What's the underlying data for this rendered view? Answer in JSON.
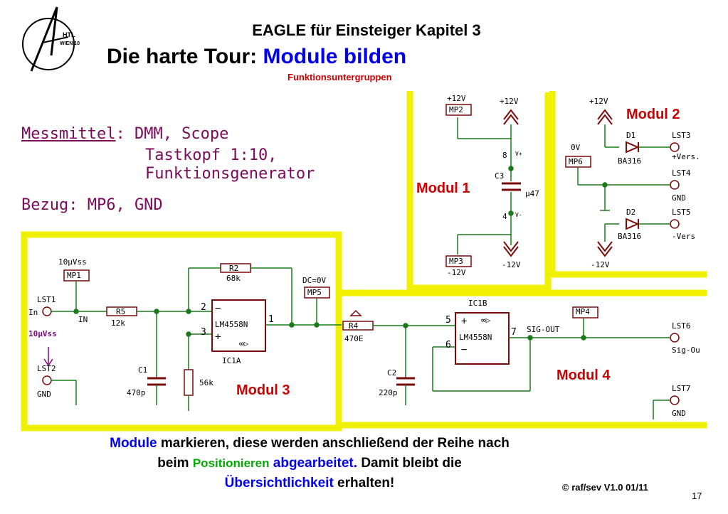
{
  "header": {
    "title": "EAGLE für Einsteiger Kapitel 3",
    "subtitle_black": "Die harte Tour:",
    "subtitle_blue": "Module bilden",
    "subtitle_note": "Funktionsuntergruppen"
  },
  "logo": {
    "text_top": "HTL",
    "text_bottom": "WIEN 10"
  },
  "notes": {
    "messmittel_label": "Messmittel",
    "messmittel_colon": ":",
    "messmittel_line1": "DMM, Scope",
    "messmittel_line2": "Tastkopf 1:10,",
    "messmittel_line3": "Funktionsgenerator",
    "bezug": "Bezug: MP6, GND"
  },
  "modules": {
    "m1": "Modul 1",
    "m2": "Modul 2",
    "m3": "Modul 3",
    "m4": "Modul 4"
  },
  "schematic": {
    "mp2": "MP2",
    "mp2_v": "+12V",
    "vcc1": "+12V",
    "c3": "C3",
    "c3_val": "µ47",
    "pin8": "8",
    "pin4": "4",
    "vplus": "V+",
    "vminus": "V-",
    "mp3": "MP3",
    "mp3_v": "-12V",
    "vee1": "-12V",
    "mod2_vcc": "+12V",
    "d1": "D1",
    "d1_val": "BA316",
    "lst3": "LST3",
    "lst3_name": "+Vers.",
    "mp6": "MP6",
    "mp6_v": "0V",
    "lst4": "LST4",
    "lst4_name": "GND",
    "d2": "D2",
    "d2_val": "BA316",
    "lst5": "LST5",
    "lst5_name": "-Vers",
    "mod2_vee": "-12V",
    "mp1_v": "10µVss",
    "mp1": "MP1",
    "lst1": "LST1",
    "in_label": "In",
    "net_in": "IN",
    "r5": "R5",
    "r5_val": "12k",
    "r2": "R2",
    "r2_val": "68k",
    "ic1a": "IC1A",
    "ic1a_name": "LM4558N",
    "pin2": "2",
    "pin3": "3",
    "pin1": "1",
    "dc0v": "DC=0V",
    "mp5": "MP5",
    "src_amp": "10µVss",
    "lst2": "LST2",
    "gnd_label": "GND",
    "c1": "C1",
    "c1_val": "470p",
    "r1_val": "56k",
    "r4": "R4",
    "r4_val": "470E",
    "c2": "C2",
    "c2_val": "220p",
    "ic1b": "IC1B",
    "ic1b_name": "LM4558N",
    "pin5": "5",
    "pin6": "6",
    "pin7": "7",
    "sig_out": "SIG-OUT",
    "mp4": "MP4",
    "lst6": "LST6",
    "lst6_name": "Sig-Ou",
    "lst7": "LST7",
    "lst7_name": "GND"
  },
  "footer": {
    "l1_blue": "Module",
    "l1_black": " markieren, diese werden anschließend der Reihe nach",
    "l2_black_a": "beim ",
    "l2_green": "Positionieren",
    "l2_blue": " abgearbeitet.",
    "l2_black_b": " Damit bleibt die",
    "l3_blue": "Übersichtlichkeit",
    "l3_black": " erhalten!"
  },
  "copyright": "© raf/sev V1.0 01/11",
  "page_number": "17",
  "colors": {
    "highlight": "#ffff00",
    "wire": "#1a7a1a",
    "part": "#7a0a0a",
    "module_label": "#cc0000",
    "accent_blue": "#0000ee"
  }
}
